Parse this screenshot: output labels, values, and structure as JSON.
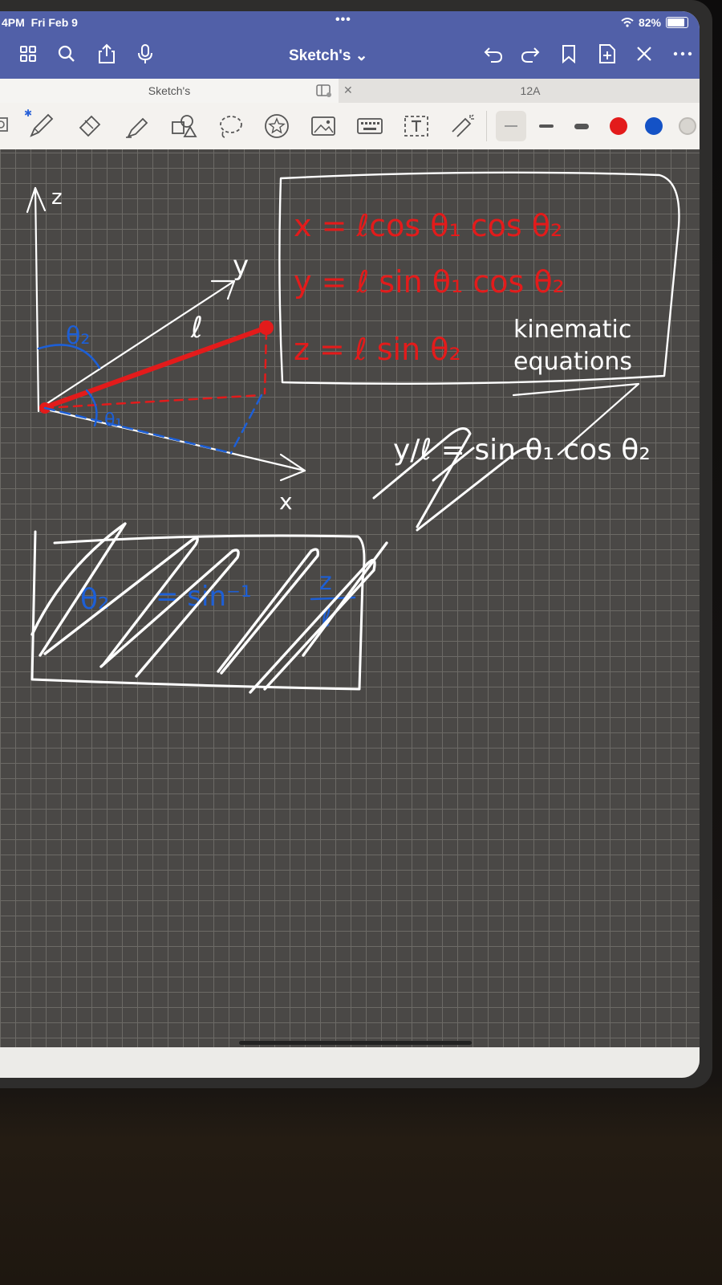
{
  "status_bar": {
    "time": "4PM",
    "date": "Fri Feb 9",
    "multitask_dots": "•••",
    "battery": "82%"
  },
  "app_bar": {
    "title": "Sketch's ⌄",
    "icons": [
      "grid-icon",
      "search-icon",
      "share-icon",
      "mic-icon",
      "undo-icon",
      "redo-icon",
      "bookmark-icon",
      "add-page-icon",
      "close-icon",
      "more-icon"
    ]
  },
  "tabs": [
    {
      "label": "Sketch's",
      "active": true
    },
    {
      "label": "12A",
      "active": false
    }
  ],
  "toolbar": {
    "tools": [
      "zoom-tool-icon",
      "pen-tool-icon",
      "eraser-tool-icon",
      "highlighter-tool-icon",
      "shapes-tool-icon",
      "lasso-tool-icon",
      "sticker-tool-icon",
      "image-tool-icon",
      "keyboard-tool-icon",
      "text-tool-icon",
      "laser-pointer-icon"
    ],
    "stroke_widths": [
      "thin",
      "medium",
      "thick"
    ],
    "colors": [
      "#e31b1b",
      "#1452c6",
      "#d8d5d0"
    ]
  },
  "ink": {
    "axis_z": "z",
    "axis_y": "y",
    "axis_x": "x",
    "length_label": "ℓ",
    "theta2_label": "θ₂",
    "theta1_label": "θ₁",
    "eq_x": "x = ℓcos θ₁ cos θ₂",
    "eq_y": "y = ℓ sin θ₁ cos θ₂",
    "eq_z": "z = ℓ sin θ₂",
    "note_line1": "kinematic",
    "note_line2": "equations",
    "scribble_eq": "y/ℓ = sin θ₁ cos θ₂",
    "box_theta2": "θ₂",
    "box_eq": "= sin⁻¹",
    "box_frac_num": "z",
    "box_frac_den": "ℓ"
  },
  "colors": {
    "header_bg": "#5160a8",
    "canvas_bg": "#4a4846",
    "grid_line": "#6c6a66",
    "ink_red": "#e31b1b",
    "ink_blue": "#1d5fd6",
    "ink_white": "#ffffff"
  }
}
